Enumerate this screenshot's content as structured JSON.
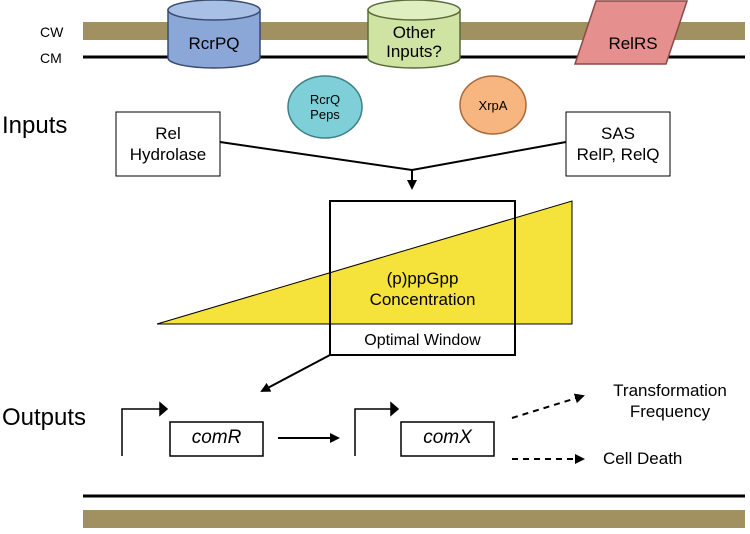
{
  "labels": {
    "cw": "CW",
    "cm": "CM",
    "inputs": "Inputs",
    "outputs": "Outputs"
  },
  "membrane_proteins": {
    "rcrpq": "RcrPQ",
    "other_inputs": [
      "Other",
      "Inputs?"
    ],
    "relrs": "RelRS"
  },
  "peptides": {
    "rcrq_peps": [
      "RcrQ",
      "Peps"
    ],
    "xrpa": "XrpA"
  },
  "input_boxes": {
    "rel_hydrolase": [
      "Rel",
      "Hydrolase"
    ],
    "sas": [
      "SAS",
      "RelP, RelQ"
    ]
  },
  "center": {
    "concentration": [
      "(p)ppGpp",
      "Concentration"
    ],
    "window": "Optimal Window"
  },
  "genes": {
    "comR": "comR",
    "comX": "comX"
  },
  "outputs": {
    "transformation": [
      "Transformation",
      "Frequency"
    ],
    "cell_death": "Cell Death"
  },
  "colors": {
    "membrane_band": "#a19160",
    "rcrpq_fill": "#8aa7d8",
    "other_fill": "#cfe3a3",
    "relrs_fill": "#e5908e",
    "rcrq_oval": "#7ecfd8",
    "xrpa_oval": "#f7b57f",
    "triangle": "#f5e23a"
  }
}
